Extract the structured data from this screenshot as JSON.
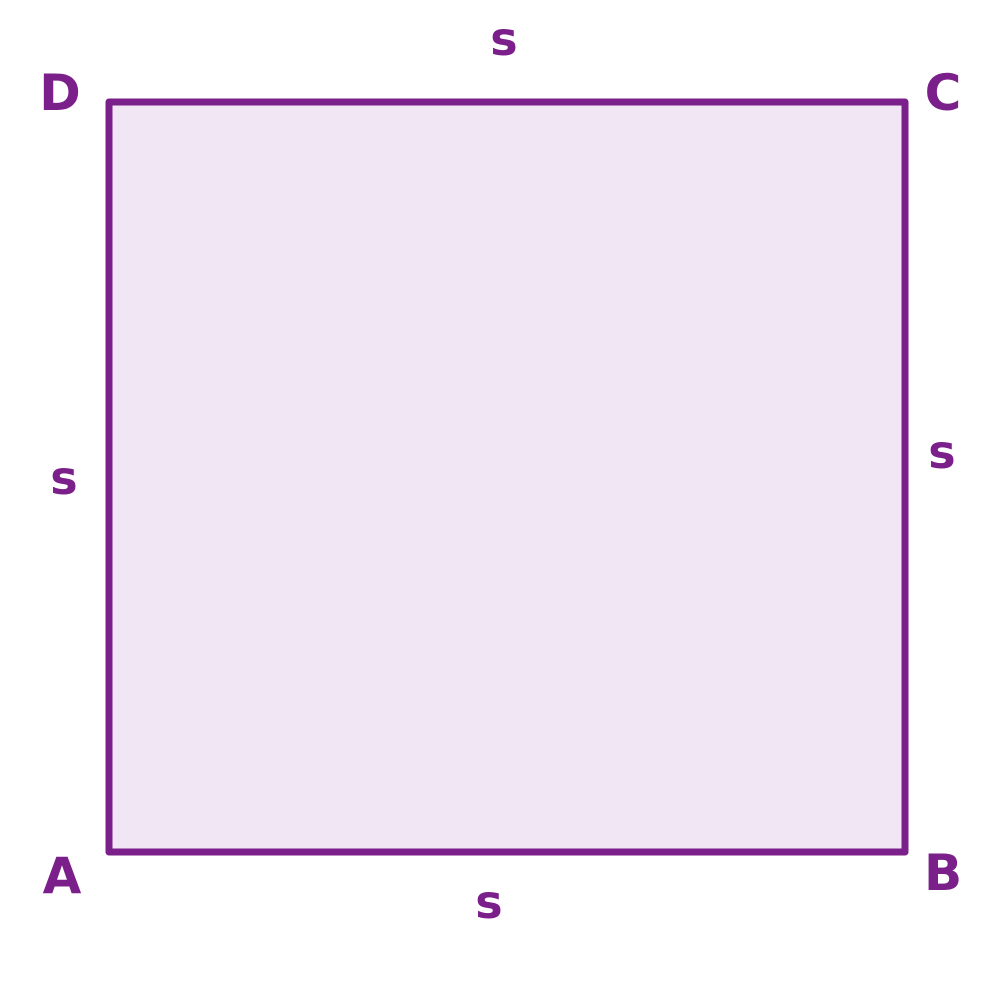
{
  "colors": {
    "stroke": "#7b1f8a",
    "fill": "#f1e6f4",
    "label": "#7b1f8a"
  },
  "vertices": {
    "A": "A",
    "B": "B",
    "C": "C",
    "D": "D"
  },
  "sides": {
    "top": "s",
    "right": "s",
    "bottom": "s",
    "left": "s"
  }
}
